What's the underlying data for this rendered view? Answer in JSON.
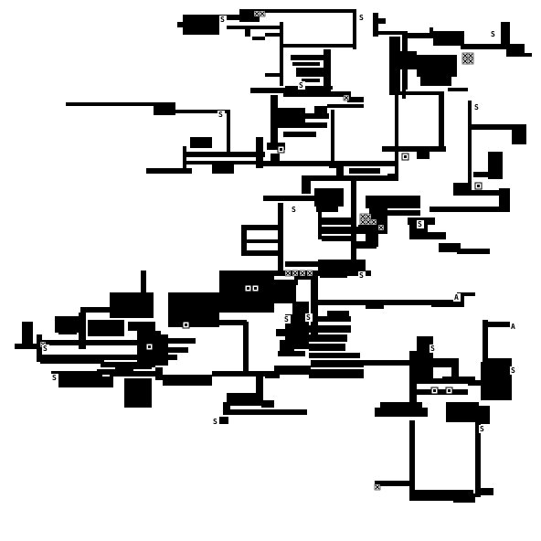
{
  "map": {
    "colors": {
      "background": "#ffffff",
      "wall": "#000000"
    },
    "legend_glyphs": {
      "start_marker": "S",
      "alt_marker": "A",
      "cross_marker": "×",
      "box_marker": "▪"
    },
    "markers": [
      {
        "id": "s1",
        "glyph": "S"
      },
      {
        "id": "s2",
        "glyph": "S"
      },
      {
        "id": "s3",
        "glyph": "S"
      },
      {
        "id": "s4",
        "glyph": "S"
      },
      {
        "id": "s5",
        "glyph": "S"
      },
      {
        "id": "s6",
        "glyph": "S"
      },
      {
        "id": "s7",
        "glyph": "S"
      },
      {
        "id": "s8",
        "glyph": "S"
      },
      {
        "id": "s9",
        "glyph": "S"
      },
      {
        "id": "s10",
        "glyph": "S"
      },
      {
        "id": "s11",
        "glyph": "S"
      },
      {
        "id": "s12",
        "glyph": "S"
      },
      {
        "id": "s13",
        "glyph": "S"
      },
      {
        "id": "s14",
        "glyph": "S"
      },
      {
        "id": "s15",
        "glyph": "S"
      },
      {
        "id": "s16",
        "glyph": "S"
      },
      {
        "id": "s17",
        "glyph": "S"
      },
      {
        "id": "a1",
        "glyph": "A"
      },
      {
        "id": "a2",
        "glyph": "A"
      }
    ]
  }
}
